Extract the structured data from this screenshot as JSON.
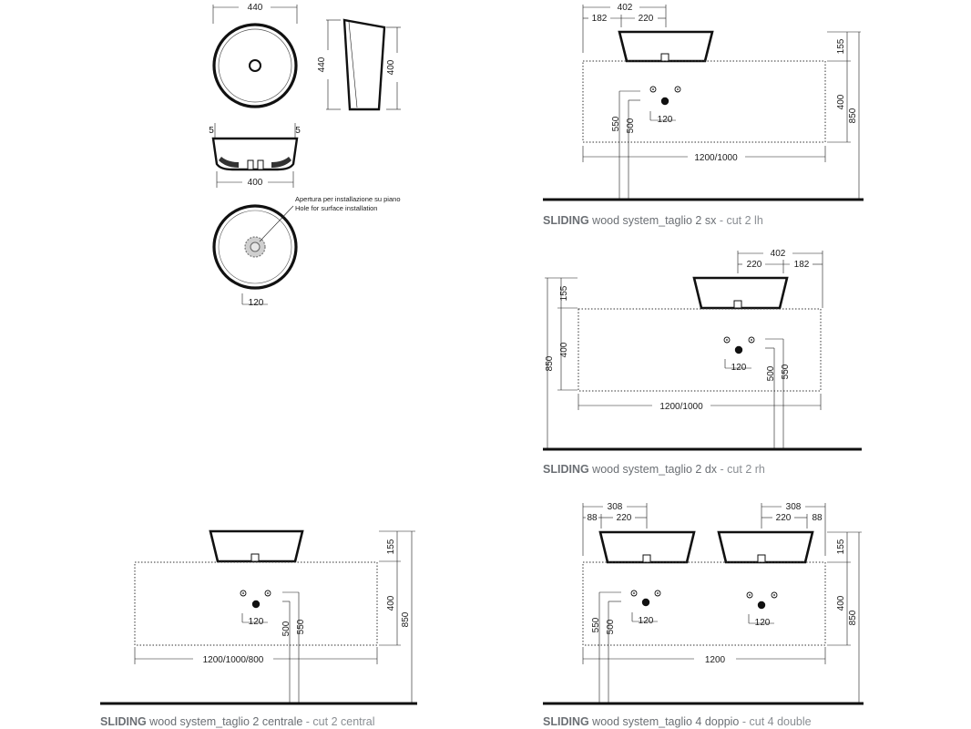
{
  "basin": {
    "top_width": "440",
    "height_outer": "440",
    "height_inner": "400",
    "rim_left": "5",
    "rim_right": "5",
    "base_width": "400",
    "hole": "120",
    "hole_note_it": "Apertura per installazione su piano",
    "hole_note_en": "Hole for surface installation"
  },
  "cut_2lh": {
    "caption_bold": "SLIDING",
    "caption_main": " wood system_taglio 2 sx",
    "caption_light": " - cut 2 lh",
    "dim_total": "402",
    "dim_edge": "182",
    "dim_basin": "220",
    "dim_top": "155",
    "dim_mid": "400",
    "dim_full": "850",
    "dim_pipe_a": "550",
    "dim_pipe_b": "500",
    "dim_hole": "120",
    "dim_width": "1200/1000"
  },
  "cut_2rh": {
    "caption_bold": "SLIDING",
    "caption_main": " wood system_taglio 2 dx",
    "caption_light": " - cut 2 rh",
    "dim_total": "402",
    "dim_basin": "220",
    "dim_edge": "182",
    "dim_top": "155",
    "dim_mid": "400",
    "dim_full": "850",
    "dim_pipe_a": "500",
    "dim_pipe_b": "550",
    "dim_hole": "120",
    "dim_width": "1200/1000"
  },
  "cut_2central": {
    "caption_bold": "SLIDING",
    "caption_main": " wood system_taglio 2 centrale",
    "caption_light": " - cut 2 central",
    "dim_top": "155",
    "dim_mid": "400",
    "dim_full": "850",
    "dim_pipe_a": "500",
    "dim_pipe_b": "550",
    "dim_hole": "120",
    "dim_width": "1200/1000/800"
  },
  "cut_4double": {
    "caption_bold": "SLIDING",
    "caption_main": " wood system_taglio 4 doppio",
    "caption_light": " - cut 4 double",
    "dim_left_total": "308",
    "dim_left_edge": "88",
    "dim_left_basin": "220",
    "dim_right_total": "308",
    "dim_right_basin": "220",
    "dim_right_edge": "88",
    "dim_top": "155",
    "dim_mid": "400",
    "dim_full": "850",
    "dim_pipe_a": "550",
    "dim_pipe_b": "500",
    "dim_hole_left": "120",
    "dim_hole_right": "120",
    "dim_width": "1200"
  }
}
